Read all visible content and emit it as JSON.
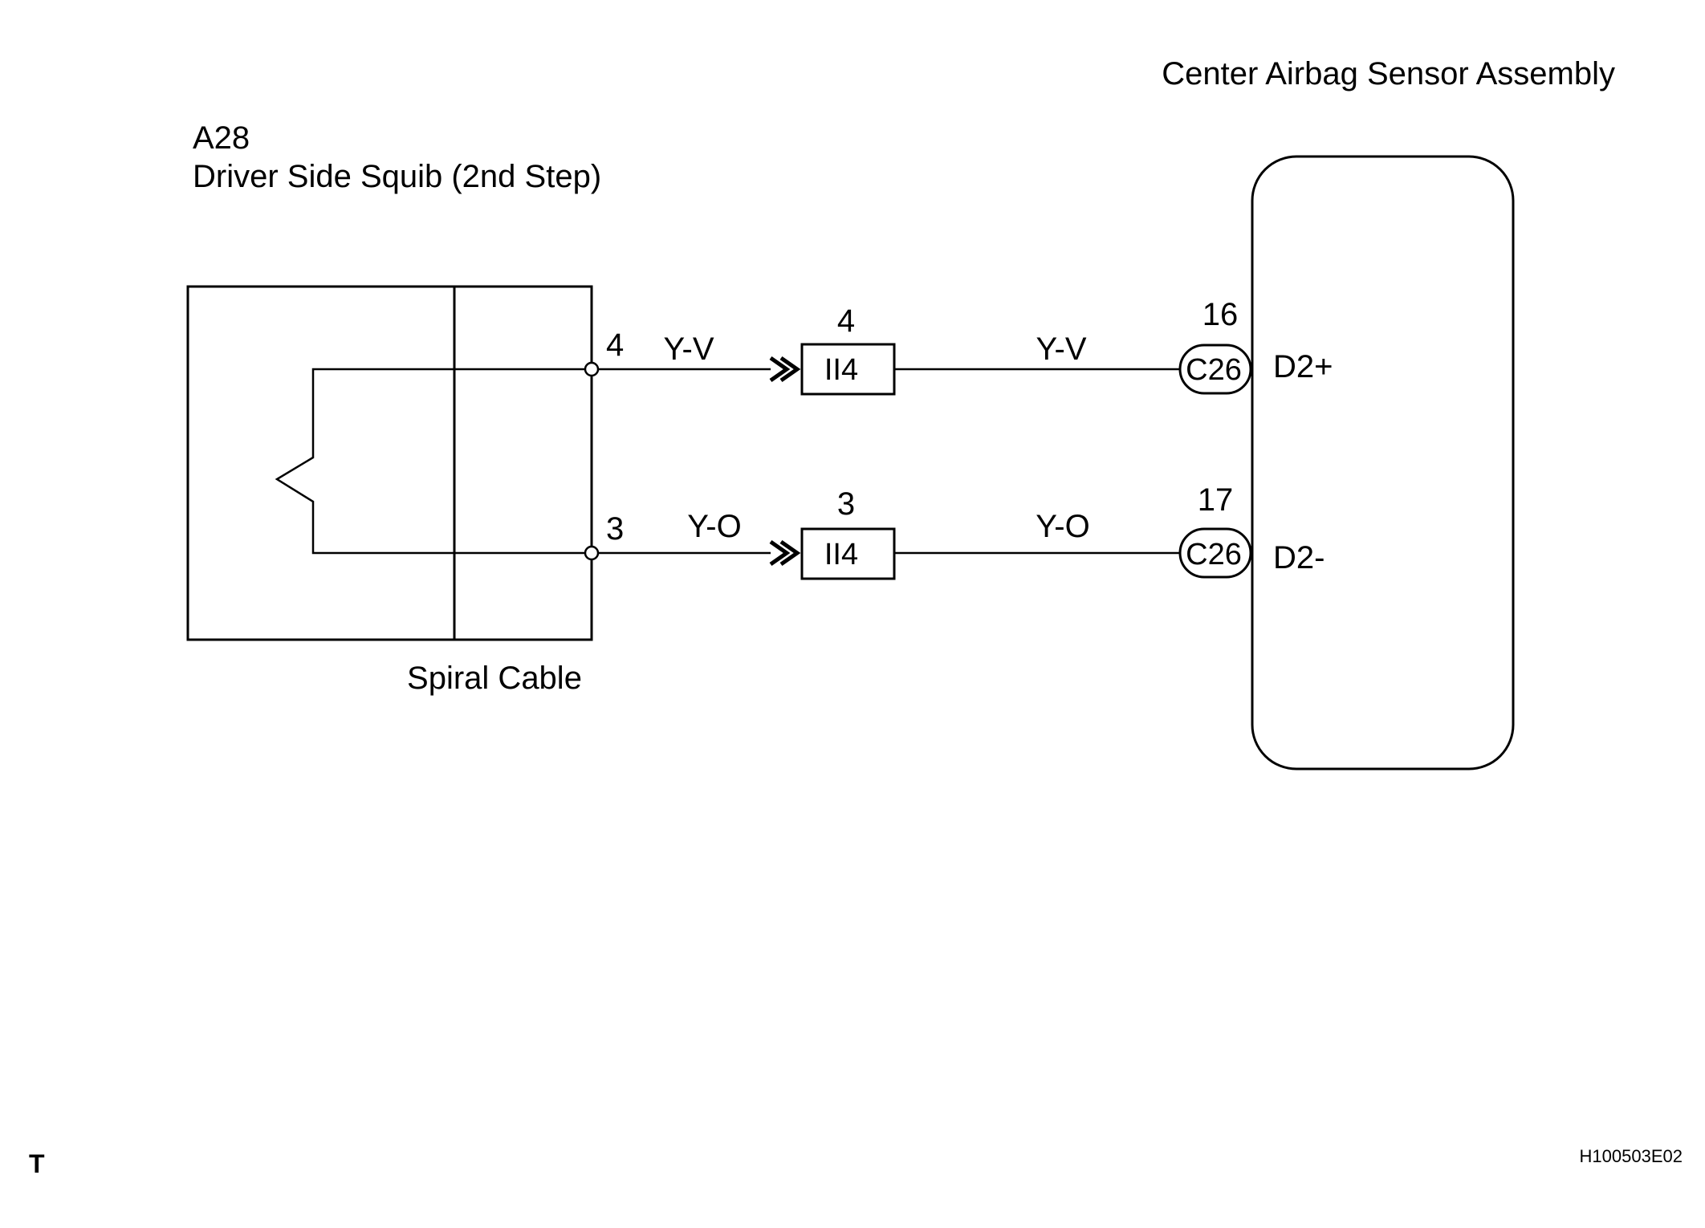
{
  "sensor": {
    "title": "Center Airbag Sensor Assembly"
  },
  "squib": {
    "code": "A28",
    "name": "Driver Side Squib (2nd Step)"
  },
  "spiral_cable": {
    "label": "Spiral Cable"
  },
  "circuits": [
    {
      "squib_pin": "4",
      "wire_color_left": "Y-V",
      "junction_pin": "4",
      "junction_connector": "II4",
      "wire_color_right": "Y-V",
      "sensor_pin": "16",
      "sensor_connector": "C26",
      "signal": "D2+"
    },
    {
      "squib_pin": "3",
      "wire_color_left": "Y-O",
      "junction_pin": "3",
      "junction_connector": "II4",
      "wire_color_right": "Y-O",
      "sensor_pin": "17",
      "sensor_connector": "C26",
      "signal": "D2-"
    }
  ],
  "footer": {
    "left_mark": "T",
    "figure_id": "H100503E02"
  }
}
